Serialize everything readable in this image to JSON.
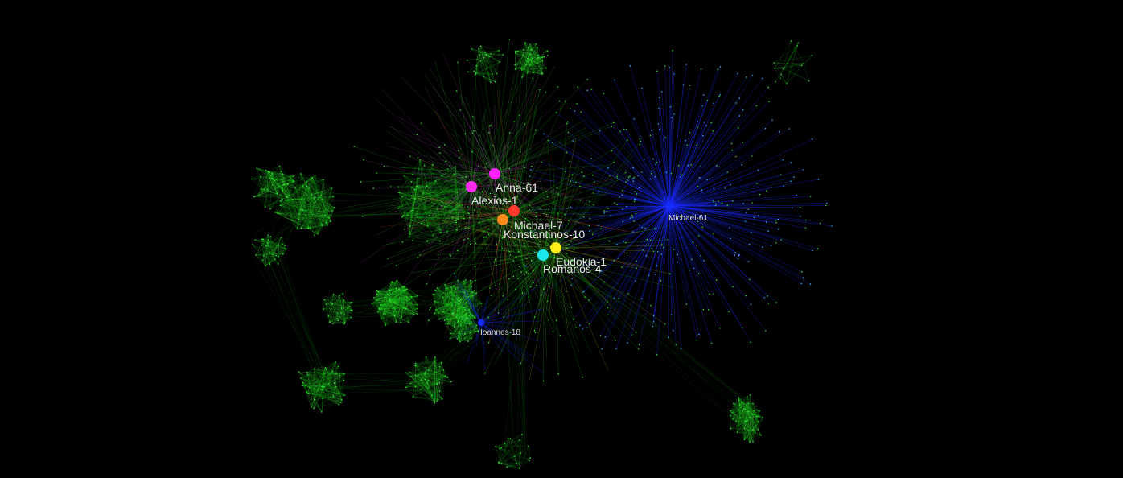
{
  "colors": {
    "background": "#000000",
    "community_edge": "#1fd11f",
    "community_node": "#35e035",
    "blue_hub_edge": "#1a2bff",
    "purple_edge": "#c43bd8",
    "orange_edge": "#e07a16"
  },
  "highlighted_nodes": [
    {
      "label": "Anna-61",
      "color": "#ff21ff"
    },
    {
      "label": "Alexios-1",
      "color": "#ff2af0"
    },
    {
      "label": "Michael-7",
      "color": "#ff3b30"
    },
    {
      "label": "Konstantinos-10",
      "color": "#ff8a1a"
    },
    {
      "label": "Eudokia-1",
      "color": "#ffee1a"
    },
    {
      "label": "Romanos-4",
      "color": "#1ee6ee"
    }
  ],
  "hub_nodes": [
    {
      "label": "Michael-61",
      "color": "#1a2bff"
    },
    {
      "label": "Ioannes-18",
      "color": "#1a2bff"
    }
  ]
}
